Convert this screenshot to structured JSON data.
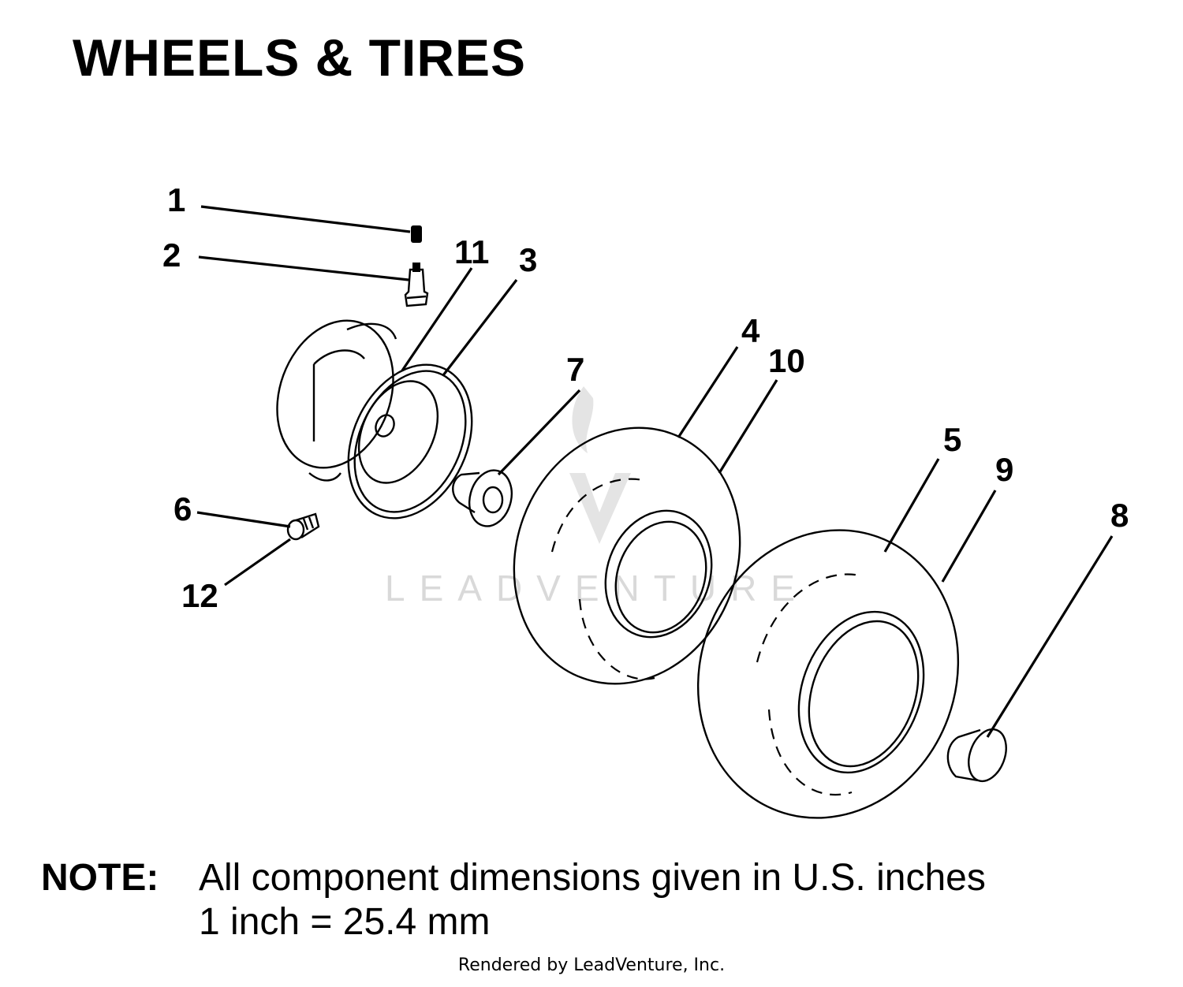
{
  "title": "WHEELS & TIRES",
  "callouts": [
    "1",
    "2",
    "3",
    "4",
    "5",
    "6",
    "7",
    "8",
    "9",
    "10",
    "11",
    "12"
  ],
  "watermark": "LEADVENTURE",
  "note": {
    "label": "NOTE:",
    "line1": "All component dimensions given in U.S. inches",
    "line2": "1 inch = 25.4 mm"
  },
  "footer": "Rendered by LeadVenture, Inc."
}
